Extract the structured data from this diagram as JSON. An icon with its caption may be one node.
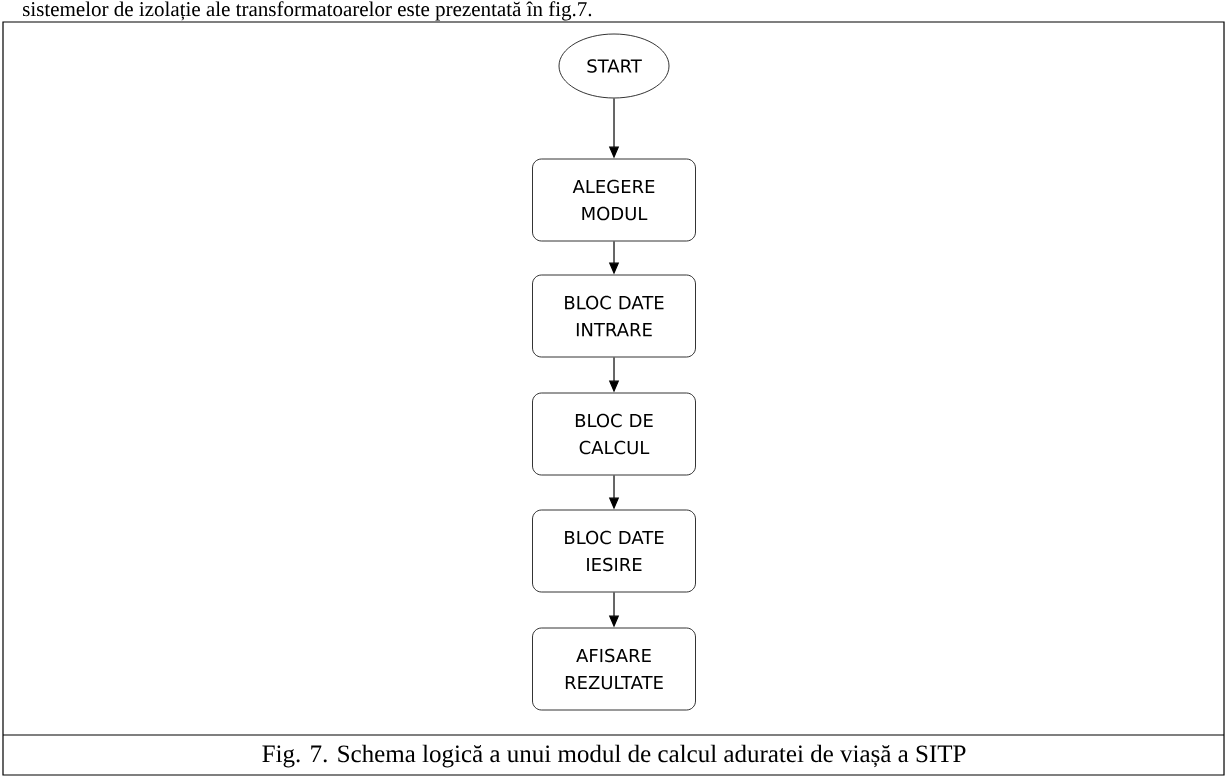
{
  "diagram": {
    "caption": "Fig. 7. Schema logică a unui modul de calcul aduratei de viașă a SITP",
    "nodes": [
      {
        "text": [
          "START"
        ]
      },
      {
        "text": [
          "ALEGERE MODUL"
        ]
      },
      {
        "text": [
          "BLOC DATE INTRARE"
        ]
      },
      {
        "text": [
          "BLOC DE CALCUL"
        ]
      },
      {
        "text": [
          "BLOC DATE IESIRE"
        ]
      },
      {
        "text": [
          "AFISARE REZULTATE"
        ]
      }
    ],
    "edges": [
      {
        "from": 0,
        "to": 1,
        "arrow": "to"
      },
      {
        "from": 1,
        "to": 2,
        "arrow": "to"
      },
      {
        "from": 2,
        "to": 3,
        "arrow": "to"
      },
      {
        "from": 3,
        "to": 4,
        "arrow": "to"
      },
      {
        "from": 4,
        "to": 5,
        "arrow": "to"
      }
    ],
    "labels": [
      "sistemelor de izolație ale transformatoarelor este prezentată în fig.7."
    ]
  }
}
